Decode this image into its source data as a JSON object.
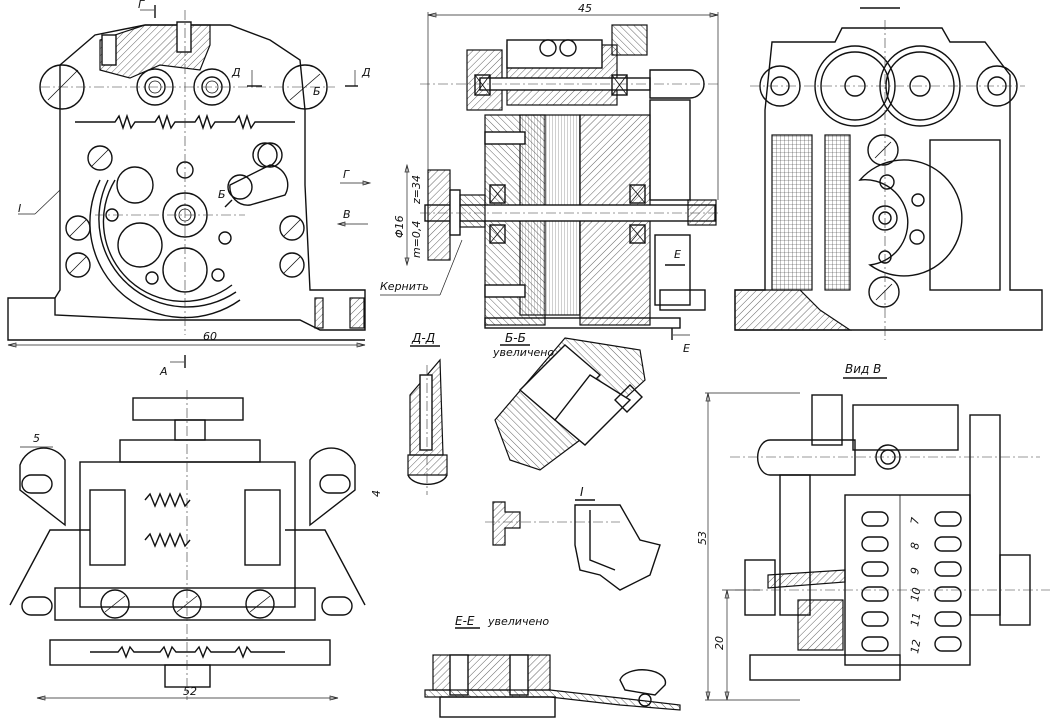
{
  "drawing": {
    "type": "technical-assembly-drawing",
    "views": {
      "front": {
        "section_marks": [
          "Г",
          "Д",
          "Д",
          "Б",
          "Г",
          "В",
          "А"
        ],
        "detail_callout": "I",
        "dimension_width": "60",
        "label_G": "Г",
        "label_V": "В",
        "label_D_left": "Д",
        "label_D_right": "Д",
        "label_B": "Б",
        "label_A": "А",
        "label_I": "I",
        "label_G_top": "Г"
      },
      "section_gg": {
        "dimension_width": "45",
        "gear_dia": "Φ16",
        "gear_module": "m=0,4",
        "gear_teeth": "z=34",
        "note": "Кернить",
        "label_E": "Е",
        "label_E2": "Е"
      },
      "right": {},
      "top": {
        "dimension_width": "52",
        "dimension_slot": "5",
        "dimension_small": "4"
      },
      "section_dd": {
        "title": "Д-Д"
      },
      "section_bb": {
        "title": "Б-Б",
        "subtitle": "увеличено"
      },
      "detail_i": {
        "title": "I"
      },
      "section_ee": {
        "title": "Е-Е",
        "subtitle": "увеличено"
      },
      "view_v": {
        "title": "Вид В",
        "dimension_height": "53",
        "dimension_lower": "20",
        "contact_numbers": [
          "7",
          "8",
          "9",
          "10",
          "11",
          "12"
        ]
      }
    }
  }
}
